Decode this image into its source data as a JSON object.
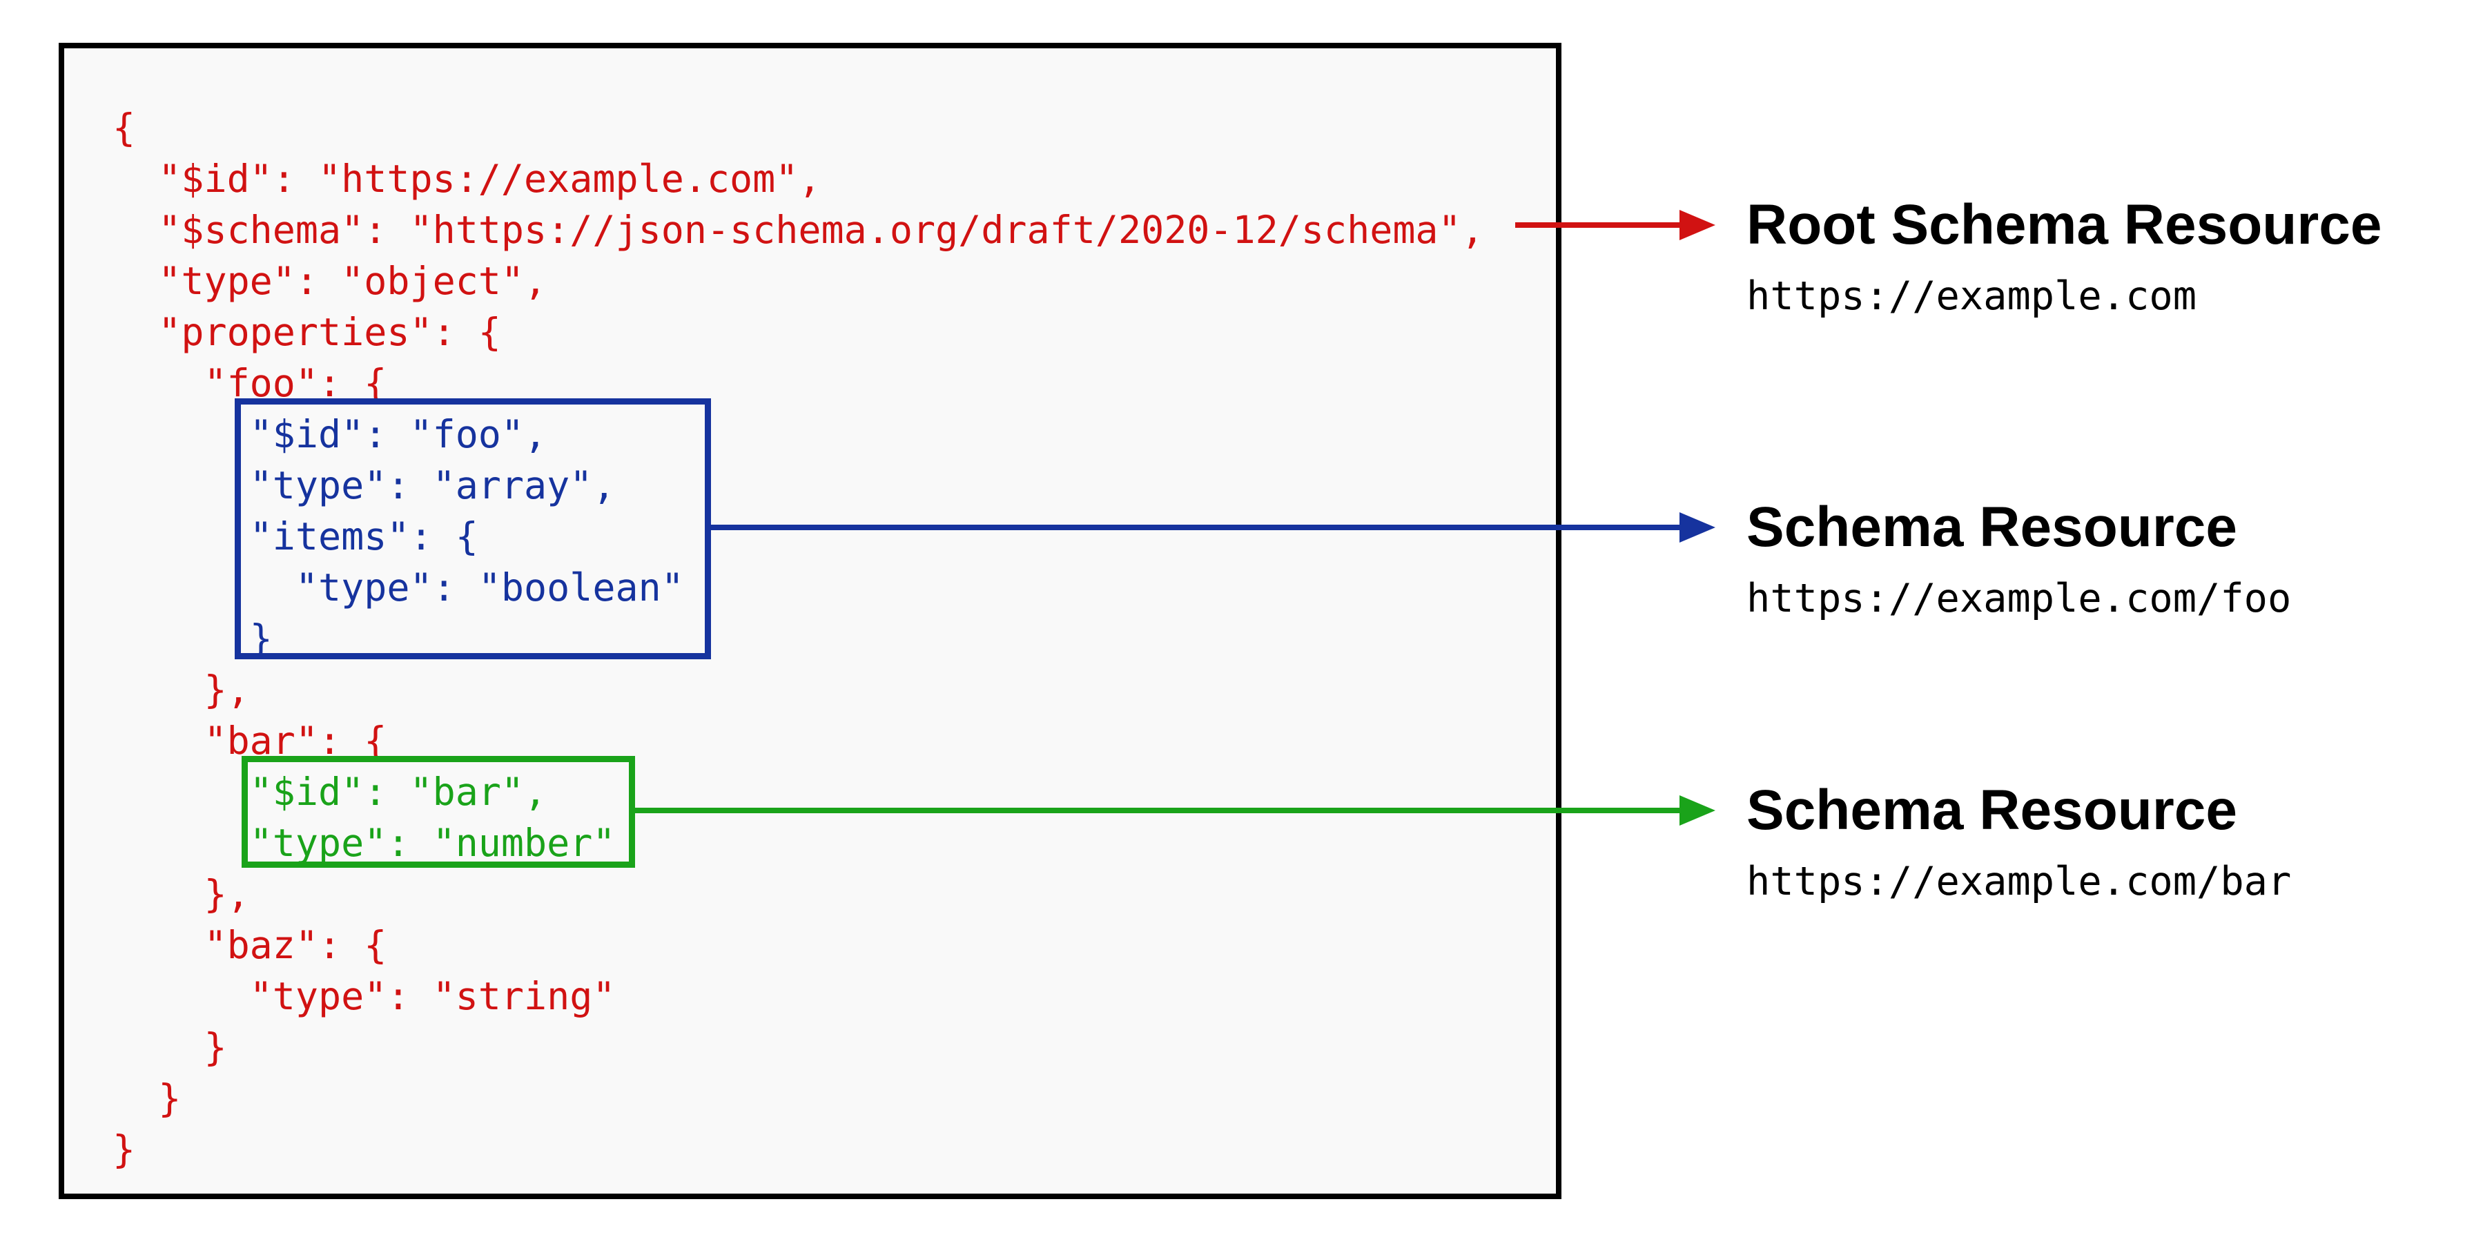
{
  "diagram": {
    "description": "JSON Schema document with embedded schema resources",
    "panel_background": "#f9f9f9",
    "panel_border_color": "#000000"
  },
  "colors": {
    "red": "#d11212",
    "blue": "#16339e",
    "green": "#1aa31a",
    "black": "#000000"
  },
  "code": {
    "lines": [
      {
        "text": "{",
        "color": "red"
      },
      {
        "text": "  \"$id\": \"https://example.com\",",
        "color": "red"
      },
      {
        "text": "  \"$schema\": \"https://json-schema.org/draft/2020-12/schema\",",
        "color": "red"
      },
      {
        "text": "  \"type\": \"object\",",
        "color": "red"
      },
      {
        "text": "  \"properties\": {",
        "color": "red"
      },
      {
        "text": "    \"foo\": {",
        "color": "red"
      },
      {
        "text": "      \"$id\": \"foo\",",
        "color": "blue"
      },
      {
        "text": "      \"type\": \"array\",",
        "color": "blue"
      },
      {
        "text": "      \"items\": {",
        "color": "blue"
      },
      {
        "text": "        \"type\": \"boolean\"",
        "color": "blue"
      },
      {
        "text": "      }",
        "color": "blue"
      },
      {
        "text": "    },",
        "color": "red"
      },
      {
        "text": "    \"bar\": {",
        "color": "red"
      },
      {
        "text": "      \"$id\": \"bar\",",
        "color": "green"
      },
      {
        "text": "      \"type\": \"number\"",
        "color": "green"
      },
      {
        "text": "    },",
        "color": "red"
      },
      {
        "text": "    \"baz\": {",
        "color": "red"
      },
      {
        "text": "      \"type\": \"string\"",
        "color": "red"
      },
      {
        "text": "    }",
        "color": "red"
      },
      {
        "text": "  }",
        "color": "red"
      },
      {
        "text": "}",
        "color": "red"
      }
    ]
  },
  "highlight_boxes": [
    {
      "id": "foo",
      "color": "blue"
    },
    {
      "id": "bar",
      "color": "green"
    }
  ],
  "annotations": [
    {
      "title": "Root Schema Resource",
      "url": "https://example.com",
      "color": "red"
    },
    {
      "title": "Schema Resource",
      "url": "https://example.com/foo",
      "color": "blue"
    },
    {
      "title": "Schema Resource",
      "url": "https://example.com/bar",
      "color": "green"
    }
  ]
}
